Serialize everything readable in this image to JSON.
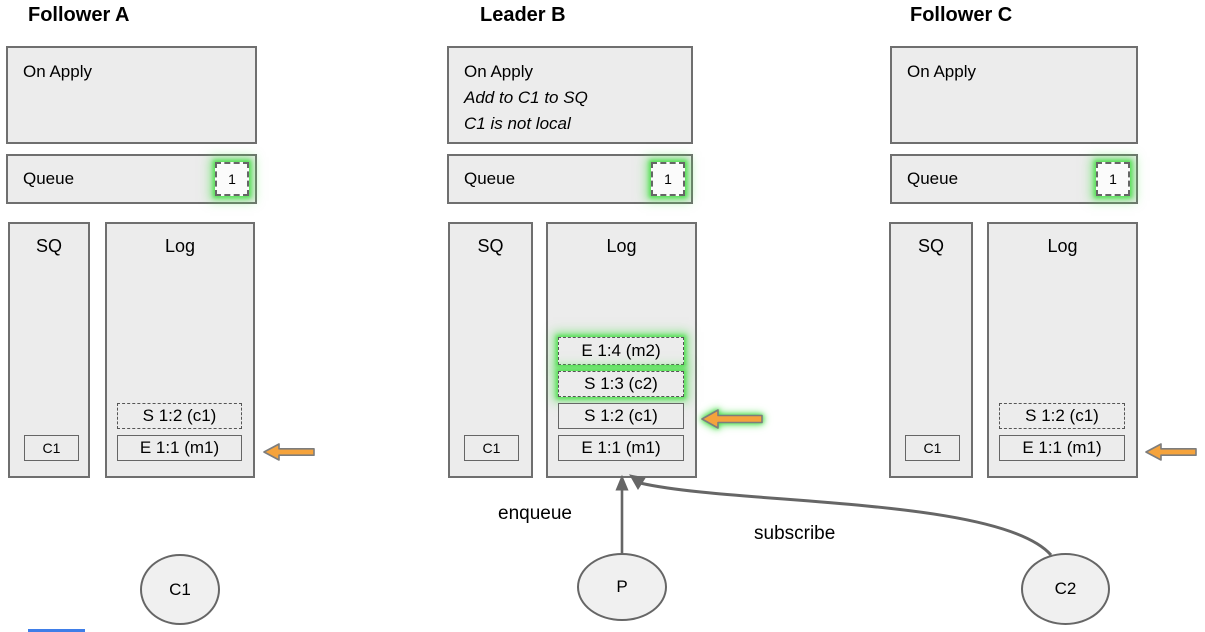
{
  "colors": {
    "box_fill": "#ececec",
    "box_border": "#6f6f6f",
    "entry_border": "#666666",
    "highlight_green": "#55e055",
    "pointer_orange": "#f5a33c",
    "arrow_gray": "#666666",
    "badge_fill": "#fbfbfb",
    "bottom_sliver_blue": "#3f7ee8"
  },
  "columns": [
    {
      "title": "Follower A",
      "on_apply": {
        "line1": "On Apply"
      },
      "queue": {
        "label": "Queue",
        "badge": "1",
        "badge_style": "dashed",
        "badge_highlight": true
      },
      "sq": {
        "label": "SQ",
        "entry": "C1"
      },
      "log": {
        "label": "Log",
        "entries": [
          {
            "text": "S 1:2 (c1)",
            "style": "dashed",
            "highlight": false
          },
          {
            "text": "E 1:1 (m1)",
            "style": "solid",
            "highlight": false,
            "pointer_arrow": true
          }
        ]
      }
    },
    {
      "title": "Leader B",
      "on_apply": {
        "line1": "On Apply",
        "line2": "Add to C1 to SQ",
        "line3": "C1 is not local"
      },
      "queue": {
        "label": "Queue",
        "badge": "1",
        "badge_style": "dashed",
        "badge_highlight": true
      },
      "sq": {
        "label": "SQ",
        "entry": "C1"
      },
      "log": {
        "label": "Log",
        "entries": [
          {
            "text": "E 1:4 (m2)",
            "style": "dashed",
            "highlight": true
          },
          {
            "text": "S 1:3 (c2)",
            "style": "dashed",
            "highlight": true
          },
          {
            "text": "S 1:2 (c1)",
            "style": "solid",
            "highlight": false,
            "pointer_arrow": true,
            "pointer_arrow_highlight": true
          },
          {
            "text": "E 1:1 (m1)",
            "style": "solid",
            "highlight": false
          }
        ]
      }
    },
    {
      "title": "Follower C",
      "on_apply": {
        "line1": "On Apply"
      },
      "queue": {
        "label": "Queue",
        "badge": "1",
        "badge_style": "dashed",
        "badge_highlight": true
      },
      "sq": {
        "label": "SQ",
        "entry": "C1"
      },
      "log": {
        "label": "Log",
        "entries": [
          {
            "text": "S 1:2 (c1)",
            "style": "dashed",
            "highlight": false
          },
          {
            "text": "E 1:1 (m1)",
            "style": "solid",
            "highlight": false,
            "pointer_arrow": true
          }
        ]
      }
    }
  ],
  "actors": [
    {
      "label": "C1"
    },
    {
      "label": "P"
    },
    {
      "label": "C2"
    }
  ],
  "edges": {
    "enqueue_label": "enqueue",
    "subscribe_label": "subscribe"
  }
}
